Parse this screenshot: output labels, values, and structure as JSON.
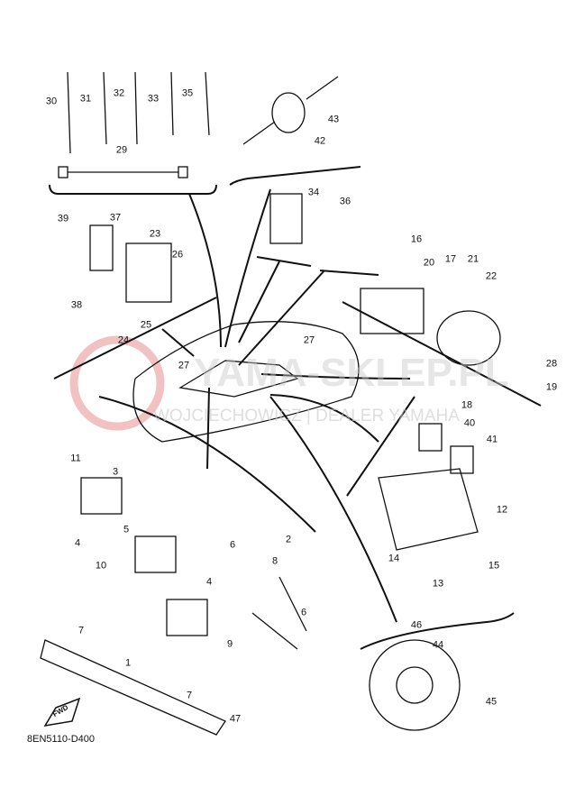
{
  "diagram": {
    "code": "8EN5110-D400",
    "fwd_label": "FWD",
    "watermark": {
      "title": "YAMA-SKLEP.PL",
      "subtitle": "WOJCIECHOWICZ | DEALER YAMAHA",
      "color": "#e8a0a0"
    },
    "labels": [
      "30",
      "31",
      "32",
      "33",
      "35",
      "29",
      "43",
      "42",
      "34",
      "36",
      "39",
      "37",
      "23",
      "26",
      "38",
      "25",
      "24",
      "16",
      "17",
      "20",
      "21",
      "22",
      "28",
      "27",
      "27",
      "18",
      "19",
      "40",
      "41",
      "12",
      "15",
      "14",
      "13",
      "11",
      "3",
      "5",
      "4",
      "2",
      "8",
      "6",
      "10",
      "4",
      "6",
      "7",
      "9",
      "1",
      "7",
      "46",
      "44",
      "45",
      "47"
    ]
  }
}
